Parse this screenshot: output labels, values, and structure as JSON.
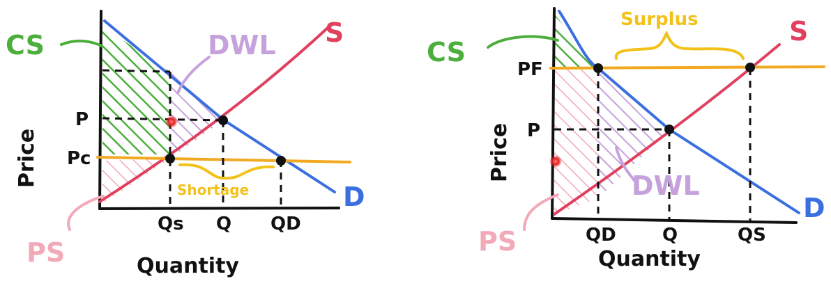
{
  "colors": {
    "axis": "#111111",
    "supply": "#e0405e",
    "demand": "#3b6fe0",
    "price_line": "#f2a922",
    "cs": "#4caf3c",
    "ps": "#f2a9b8",
    "dwl": "#c6a2dc",
    "shortage": "#f2c21a",
    "surplus": "#f2c21a",
    "marker": "#e02020"
  },
  "left": {
    "x_axis_label": "Quantity",
    "y_axis_label": "Price",
    "supply_label": "S",
    "demand_label": "D",
    "cs_label": "CS",
    "ps_label": "PS",
    "dwl_label": "DWL",
    "shortage_label": "Shortage",
    "price_tick_p": "P",
    "price_tick_pc": "Pc",
    "qty_ticks": [
      "Qs",
      "Q",
      "QD"
    ]
  },
  "right": {
    "x_axis_label": "Quantity",
    "y_axis_label": "Price",
    "supply_label": "S",
    "demand_label": "D",
    "cs_label": "CS",
    "ps_label": "PS",
    "dwl_label": "DWL",
    "surplus_label": "Surplus",
    "price_tick_pf": "PF",
    "price_tick_p": "P",
    "qty_ticks": [
      "QD",
      "Q",
      "QS"
    ]
  }
}
